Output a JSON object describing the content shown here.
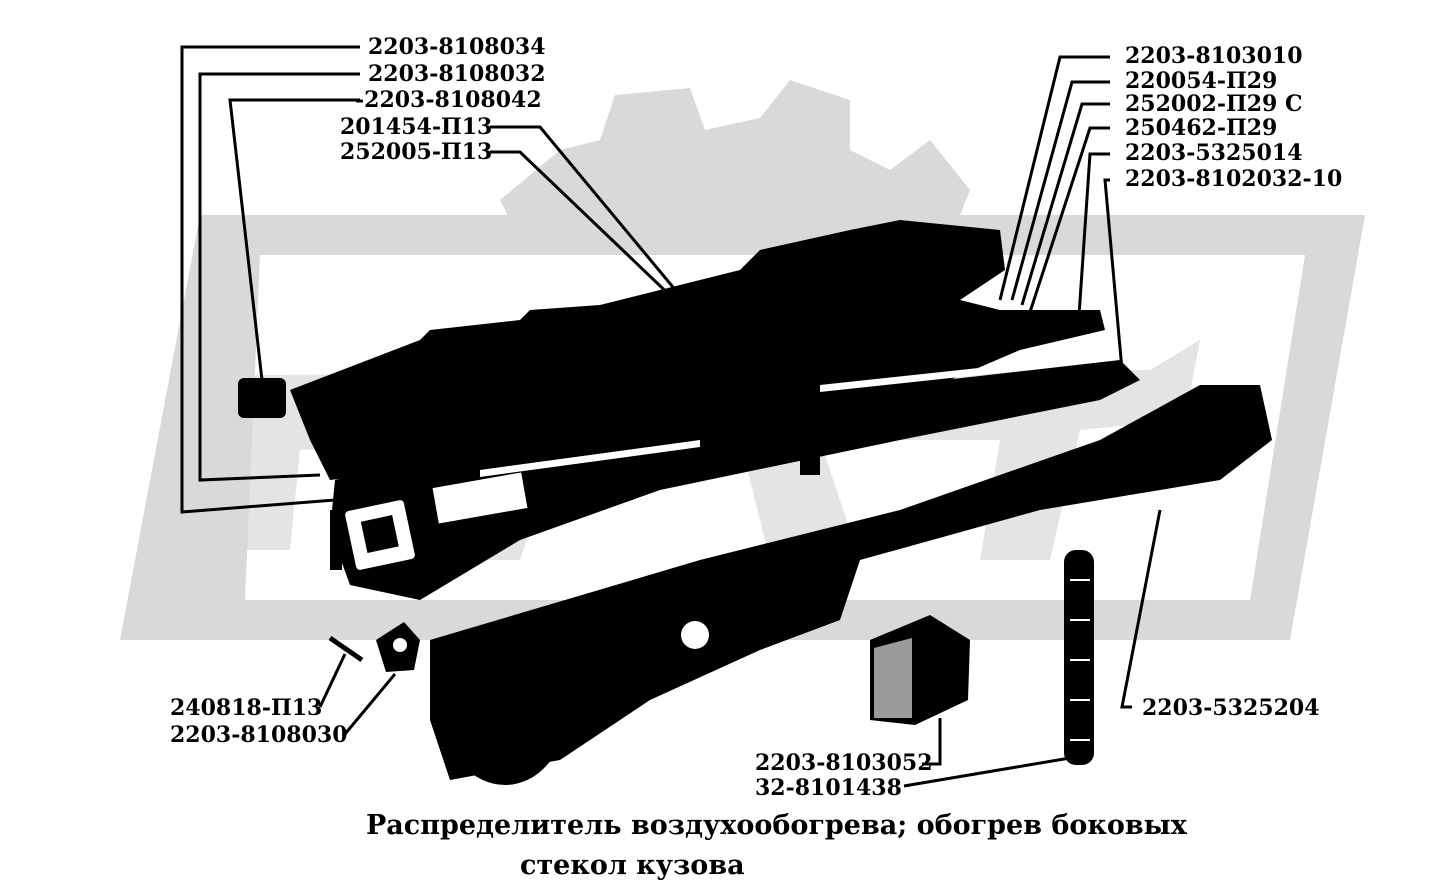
{
  "labels": {
    "l1": "2203-8108034",
    "l2": "2203-8108032",
    "l3": "-2203-8108042",
    "l4": "201454-П13",
    "l5": "252005-П13",
    "r1": "2203-8103010",
    "r2": "220054-П29",
    "r3": "252002-П29 С",
    "r4": "250462-П29",
    "r5": "2203-5325014",
    "r6": "2203-8102032-10",
    "b1": "240818-П13",
    "b2": "2203-8108030",
    "b3": "2203-5325204",
    "b4": "2203-8103052",
    "b5": "32-8101438"
  },
  "caption": {
    "line1": "Распределитель воздухообогрева; обогрев боковых",
    "line2": "стекол кузова"
  },
  "colors": {
    "ink": "#000000",
    "watermark": "#d9d9d9",
    "background": "#ffffff"
  }
}
